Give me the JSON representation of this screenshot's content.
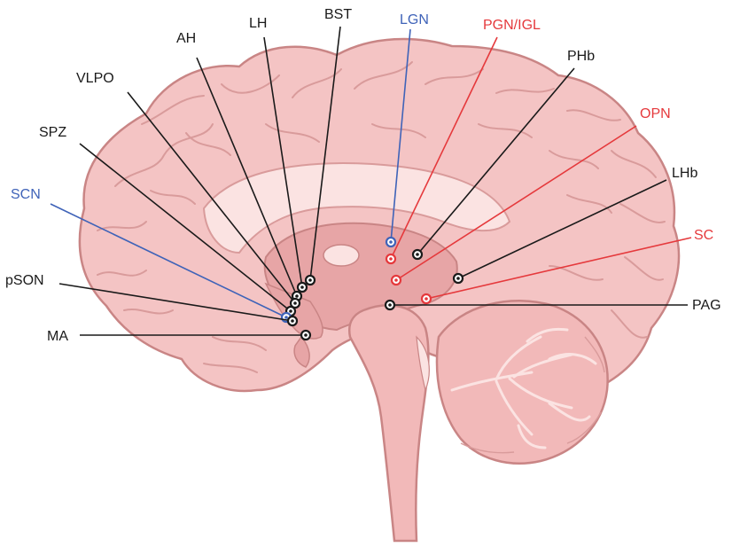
{
  "colors": {
    "black": "#1a1a1a",
    "blue": "#3f63b8",
    "red": "#e5393c",
    "brain_fill": "#f4c4c4",
    "brain_stroke": "#c98585",
    "deep_fill": "#e7a5a6",
    "light_fill": "#fbe3e2"
  },
  "labels": [
    {
      "id": "LGN",
      "text": "LGN",
      "color": "blue"
    },
    {
      "id": "PGN_IGL",
      "text": "PGN/IGL",
      "color": "red"
    },
    {
      "id": "BST",
      "text": "BST",
      "color": "black"
    },
    {
      "id": "LH",
      "text": "LH",
      "color": "black"
    },
    {
      "id": "AH",
      "text": "AH",
      "color": "black"
    },
    {
      "id": "VLPO",
      "text": "VLPO",
      "color": "black"
    },
    {
      "id": "SPZ",
      "text": "SPZ",
      "color": "black"
    },
    {
      "id": "SCN",
      "text": "SCN",
      "color": "blue"
    },
    {
      "id": "pSON",
      "text": "pSON",
      "color": "black"
    },
    {
      "id": "MA",
      "text": "MA",
      "color": "black"
    },
    {
      "id": "PHb",
      "text": "PHb",
      "color": "black"
    },
    {
      "id": "OPN",
      "text": "OPN",
      "color": "red"
    },
    {
      "id": "LHb",
      "text": "LHb",
      "color": "black"
    },
    {
      "id": "SC",
      "text": "SC",
      "color": "red"
    },
    {
      "id": "PAG",
      "text": "PAG",
      "color": "black"
    }
  ]
}
